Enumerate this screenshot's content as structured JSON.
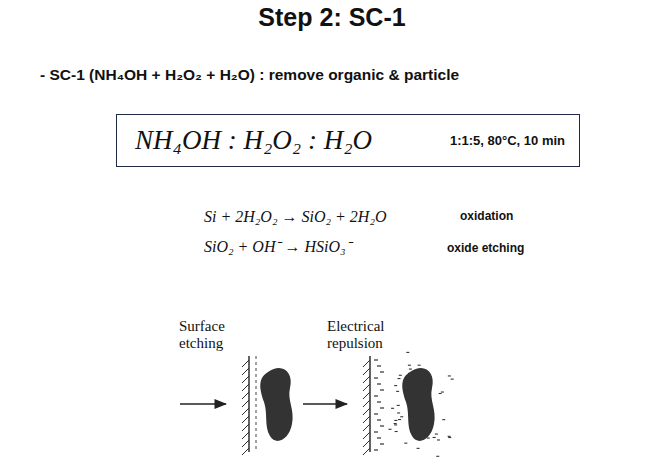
{
  "diagram": {
    "title": "Step 2: SC-1",
    "nodes": [
      {
        "text": [
          "NH₄OH : H₂O₂ : H₂O",
          "1:1:5, 80°C, 10 min"
        ]
      }
    ],
    "labels": [
      "- SC-1 (NH₄OH + H₂O₂ + H₂O) : remove organic & particle",
      "Si + 2H₂O₂ → SiO₂ + 2H₂O",
      "oxidation",
      "SiO₂ + OH⁻ → HSiO₃⁻",
      "oxide etching",
      "Surface etching",
      "Electrical repulsion"
    ]
  }
}
